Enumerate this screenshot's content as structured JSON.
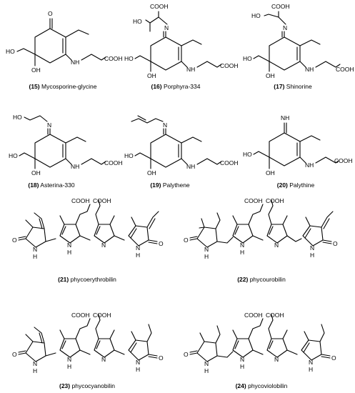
{
  "figure": {
    "compounds": [
      {
        "id": "15",
        "number": "(15)",
        "name": "Mycosporine-glycine",
        "labels": {
          "oxo": "O",
          "ch2oh": "HO",
          "ohring": "OH",
          "nh": "NH",
          "acid": "COOH"
        }
      },
      {
        "id": "16",
        "number": "(16)",
        "name": "Porphyra-334",
        "labels": {
          "topacid": "COOH",
          "sideoh": "HO",
          "imine": "N",
          "ch2oh": "HO",
          "ohring": "OH",
          "nh": "NH",
          "acid": "COOH"
        }
      },
      {
        "id": "17",
        "number": "(17)",
        "name": "Shinorine",
        "labels": {
          "topacid": "COOH",
          "sideoh": "HO",
          "imine": "N",
          "ch2oh": "HO",
          "ohring": "OH",
          "nh": "NH",
          "acid": "COOH"
        }
      },
      {
        "id": "18",
        "number": "(18)",
        "name": "Asterina-330",
        "labels": {
          "sideoh": "HO",
          "imine": "N",
          "ch2oh": "HO",
          "ohring": "OH",
          "nh": "NH",
          "acid": "COOH"
        }
      },
      {
        "id": "19",
        "number": "(19)",
        "name": "Palythene",
        "labels": {
          "imine": "N",
          "ch2oh": "HO",
          "ohring": "OH",
          "nh": "NH",
          "acid": "COOH"
        }
      },
      {
        "id": "20",
        "number": "(20)",
        "name": "Palythine",
        "labels": {
          "imine": "NH",
          "ch2oh": "HO",
          "ohring": "OH",
          "nh": "NH",
          "acid": "COOH"
        }
      },
      {
        "id": "21",
        "number": "(21)",
        "name": "phycoerythrobilin",
        "labels": {
          "acid1": "COOH",
          "acid2": "COOH",
          "o1": "O",
          "o2": "O",
          "n1": "N",
          "h1": "H",
          "n2": "N",
          "h2": "H",
          "n3": "N",
          "n4": "N",
          "h4": "H"
        }
      },
      {
        "id": "22",
        "number": "(22)",
        "name": "phycourobilin",
        "labels": {
          "acid1": "COOH",
          "acid2": "COOH",
          "o1": "O",
          "o2": "O",
          "n1": "N",
          "h1": "H",
          "n2": "N",
          "h2": "H",
          "n3": "N",
          "n4": "N",
          "h4": "H"
        }
      },
      {
        "id": "23",
        "number": "(23)",
        "name": "phycocyanobilin",
        "labels": {
          "acid1": "COOH",
          "acid2": "COOH",
          "o1": "O",
          "o2": "O",
          "n1": "N",
          "h1": "H",
          "n2": "N",
          "h2": "H",
          "n3": "N",
          "n4": "N",
          "h4": "H"
        }
      },
      {
        "id": "24",
        "number": "(24)",
        "name": "phycoviolobilin",
        "labels": {
          "acid1": "COOH",
          "acid2": "COOH",
          "o1": "O",
          "o2": "O",
          "n1": "N",
          "h1": "H",
          "n2": "N",
          "h2": "H",
          "n3": "N",
          "n4": "N",
          "h4": "H"
        }
      }
    ]
  }
}
